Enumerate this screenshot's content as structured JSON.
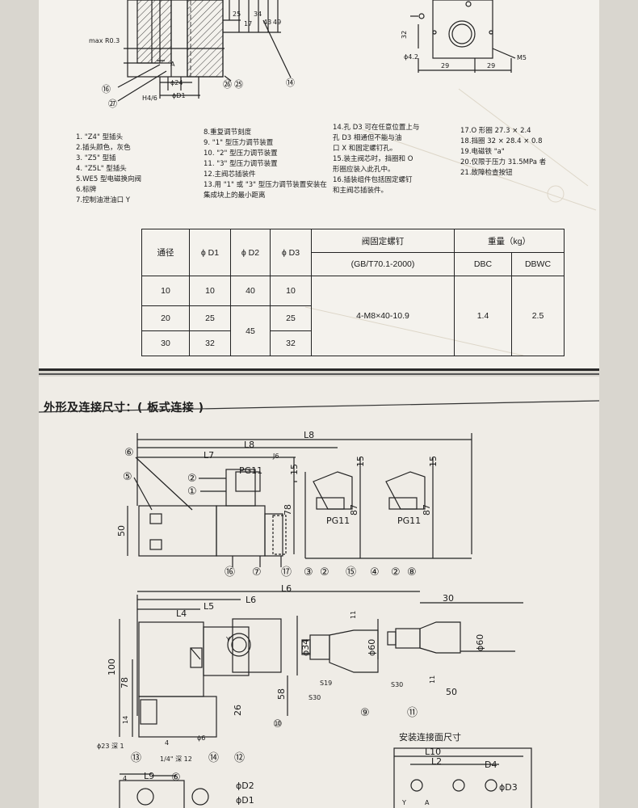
{
  "top": {
    "drawing_labels": {
      "max_r": "max R0.3",
      "dim_25": "25",
      "dim_17": "17",
      "dim_34": "34",
      "dim_43": "43",
      "dim_49": "49",
      "dim_32": "32",
      "phi_42": "ϕ4.2",
      "dim_29a": "29",
      "dim_29b": "29",
      "m5": "M5",
      "h4_6": "H4/6",
      "phi_24": "ϕ24",
      "phi_d1": "ϕD1",
      "label_a": "A",
      "n16": "⑯",
      "n27": "㉗",
      "n26": "㉖",
      "n25": "㉕",
      "n14": "⑭"
    },
    "legend_col1": [
      "1. \"Z4\" 型插头",
      "2.插头颜色，灰色",
      "3. \"Z5\" 型插",
      "4. \"Z5L\" 型插头",
      "5.WE5 型电磁换向阀",
      "6.标牌",
      "7.控制油泄油口 Y"
    ],
    "legend_col2": [
      "8.重复调节刻度",
      "9. \"1\" 型压力调节装置",
      "10. \"2\" 型压力调节装置",
      "11. \"3\" 型压力调节装置",
      "12.主阀芯插装件",
      "13.用 \"1\" 或 \"3\" 型压力调节装置安装在",
      "集成块上的最小距离"
    ],
    "legend_col3": [
      "14.孔 D3 可在任意位置上与",
      "孔 D3 相通但不能与油",
      "口 X 和固定螺钉孔。",
      "15.装主阀芯时，挡圈和 O",
      "形圈应装入此孔中。",
      "16.插装组件包括固定螺钉",
      "和主阀芯插装件。"
    ],
    "legend_col4": [
      "17.O 形圈 27.3 × 2.4",
      "18.挡圈 32 × 28.4 × 0.8",
      "19.电磁铁 \"a\"",
      "20.仅限于压力 31.5MPa 者",
      "21.故障检查按钮"
    ],
    "table": {
      "h_diameter": "通径",
      "h_d1": "ϕ D1",
      "h_d2": "ϕ D2",
      "h_d3": "ϕ D3",
      "h_bolt": "阀固定螺钉",
      "h_bolt_std": "(GB/T70.1-2000)",
      "h_weight": "重量（kg）",
      "h_dbc": "DBC",
      "h_dbwc": "DBWC",
      "rows": [
        {
          "dn": "10",
          "d1": "10",
          "d3": "10"
        },
        {
          "dn": "20",
          "d1": "25",
          "d3": "25"
        },
        {
          "dn": "30",
          "d1": "32",
          "d3": "32"
        }
      ],
      "d2_a": "40",
      "d2_b": "45",
      "bolt": "4-M8×40-10.9",
      "w_dbc": "1.4",
      "w_dbwc": "2.5"
    }
  },
  "bottom": {
    "title": "外形及连接尺寸：( 板式连接 )",
    "labels": {
      "L8a": "L8",
      "L8b": "L8",
      "L7": "L7",
      "J6": "J6",
      "n15a": "15",
      "n15b": "15",
      "n15c": "15",
      "pg11a": "PG11",
      "pg11b": "PG11",
      "pg11c": "PG11",
      "n50": "50",
      "n78a": "78",
      "n87a": "87",
      "n87b": "87",
      "c6": "⑥",
      "c5": "⑤",
      "c2a": "②",
      "c1": "①",
      "c16": "⑯",
      "c7": "⑦",
      "c17": "⑰",
      "c3": "③",
      "c2b": "②",
      "c15": "⑮",
      "c4": "④",
      "c2c": "②",
      "c8": "⑧",
      "L6a": "L6",
      "L6b": "L6",
      "L5": "L5",
      "L4": "L4",
      "n30": "30",
      "n11": "11",
      "phi34": "ϕ34",
      "phi60a": "ϕ60",
      "phi60b": "ϕ60",
      "Y": "Y",
      "n100": "100",
      "n78b": "78",
      "n58": "58",
      "n26": "26",
      "n14": "14",
      "n4": "4",
      "phi6": "ϕ6",
      "S19": "S19",
      "S30a": "S30",
      "S30b": "S30",
      "n50b": "50",
      "n11b": "11",
      "phi23": "ϕ23 深 1",
      "quarter": "1/4\" 深 12",
      "c13": "⑬",
      "c14": "⑭",
      "c12": "⑫",
      "c10": "⑩",
      "c9": "⑨",
      "c11": "⑪",
      "mount_title": "安装连接面尺寸",
      "L10": "L10",
      "L2": "L2",
      "D4": "D4",
      "phiD3": "ϕD3",
      "n4b": "4",
      "L9": "L9",
      "c6b": "⑥",
      "phiD2": "ϕD2",
      "phiD1": "ϕD1",
      "n2y": "Y",
      "nA": "A"
    }
  }
}
